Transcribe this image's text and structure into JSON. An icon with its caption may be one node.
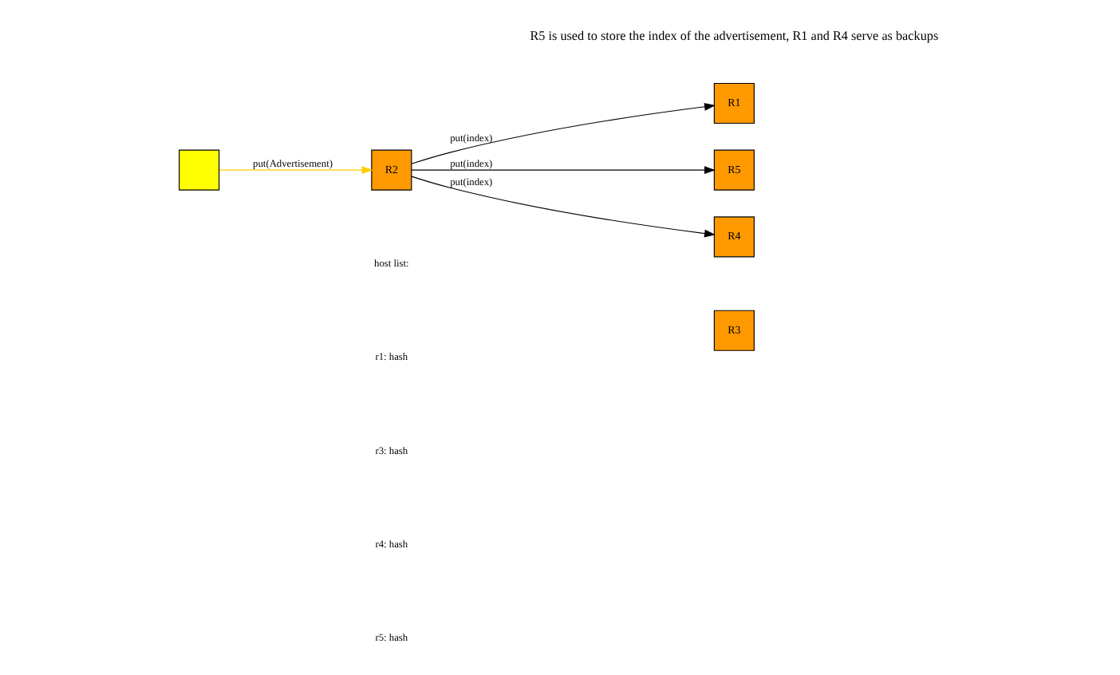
{
  "diagram": {
    "nodes": [
      {
        "text": [
          "R1"
        ]
      },
      {
        "text": [
          "R5"
        ]
      },
      {
        "text": [
          "R4"
        ]
      },
      {
        "text": [
          "R2"
        ]
      },
      {
        "text": [],
        "shape": "box"
      },
      {
        "text": [
          "R3"
        ]
      }
    ],
    "edges": [
      {
        "from": 4,
        "to": 3,
        "arrow": "to",
        "label": "put(Advertisement)",
        "color": "#ffcc00"
      },
      {
        "from": 3,
        "to": 0,
        "arrow": "to",
        "label": "put(index)"
      },
      {
        "from": 3,
        "to": 1,
        "arrow": "to",
        "label": "put(index)"
      },
      {
        "from": 3,
        "to": 2,
        "arrow": "to",
        "label": "put(index)"
      }
    ],
    "labels": [
      "R5 is used to store the index of the advertisement, R1 and R4 serve as backups",
      "host list:",
      "r1: hash",
      "r3: hash",
      "r4: hash",
      "r5: hash"
    ]
  }
}
